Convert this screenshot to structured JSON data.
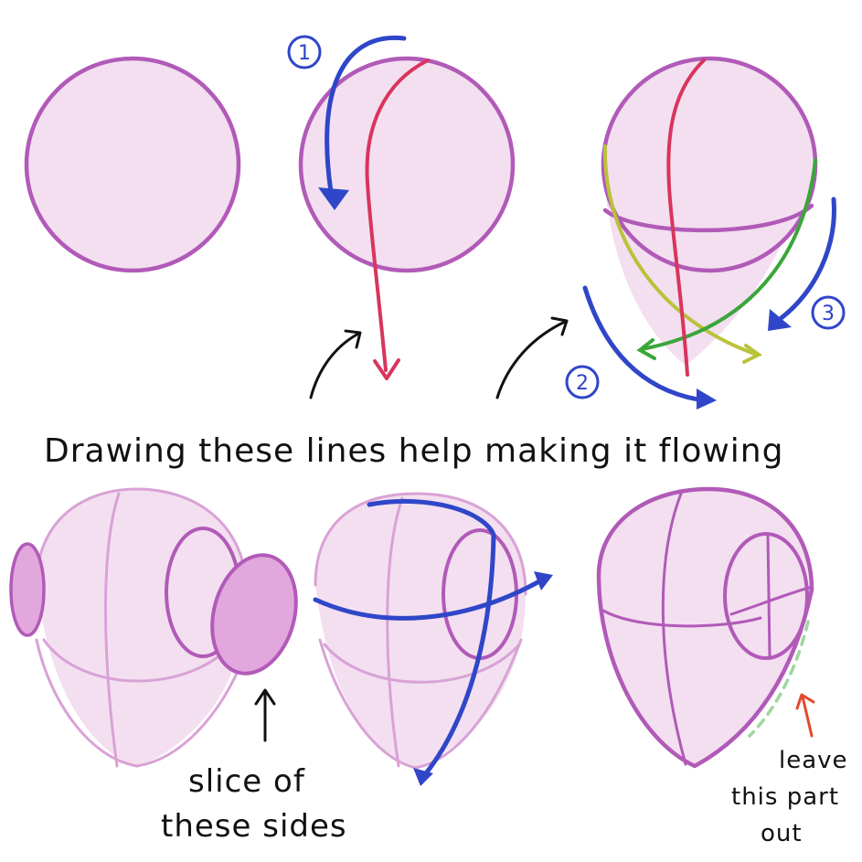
{
  "captions": {
    "main": "Drawing these lines help making it flowing",
    "slice": [
      "slice of",
      "these sides"
    ],
    "leave": [
      "leave",
      "this part",
      "out"
    ]
  },
  "step_numbers": [
    "1",
    "2",
    "3"
  ],
  "colors": {
    "outline": "#b15ab8",
    "head_fill": "#f3dff0",
    "center_line": "#d8355d",
    "arrow_blue": "#2f46c8",
    "side_green": "#3aa63a",
    "side_yellow": "#b9c23a",
    "note_arrow": "#e14a2c"
  }
}
